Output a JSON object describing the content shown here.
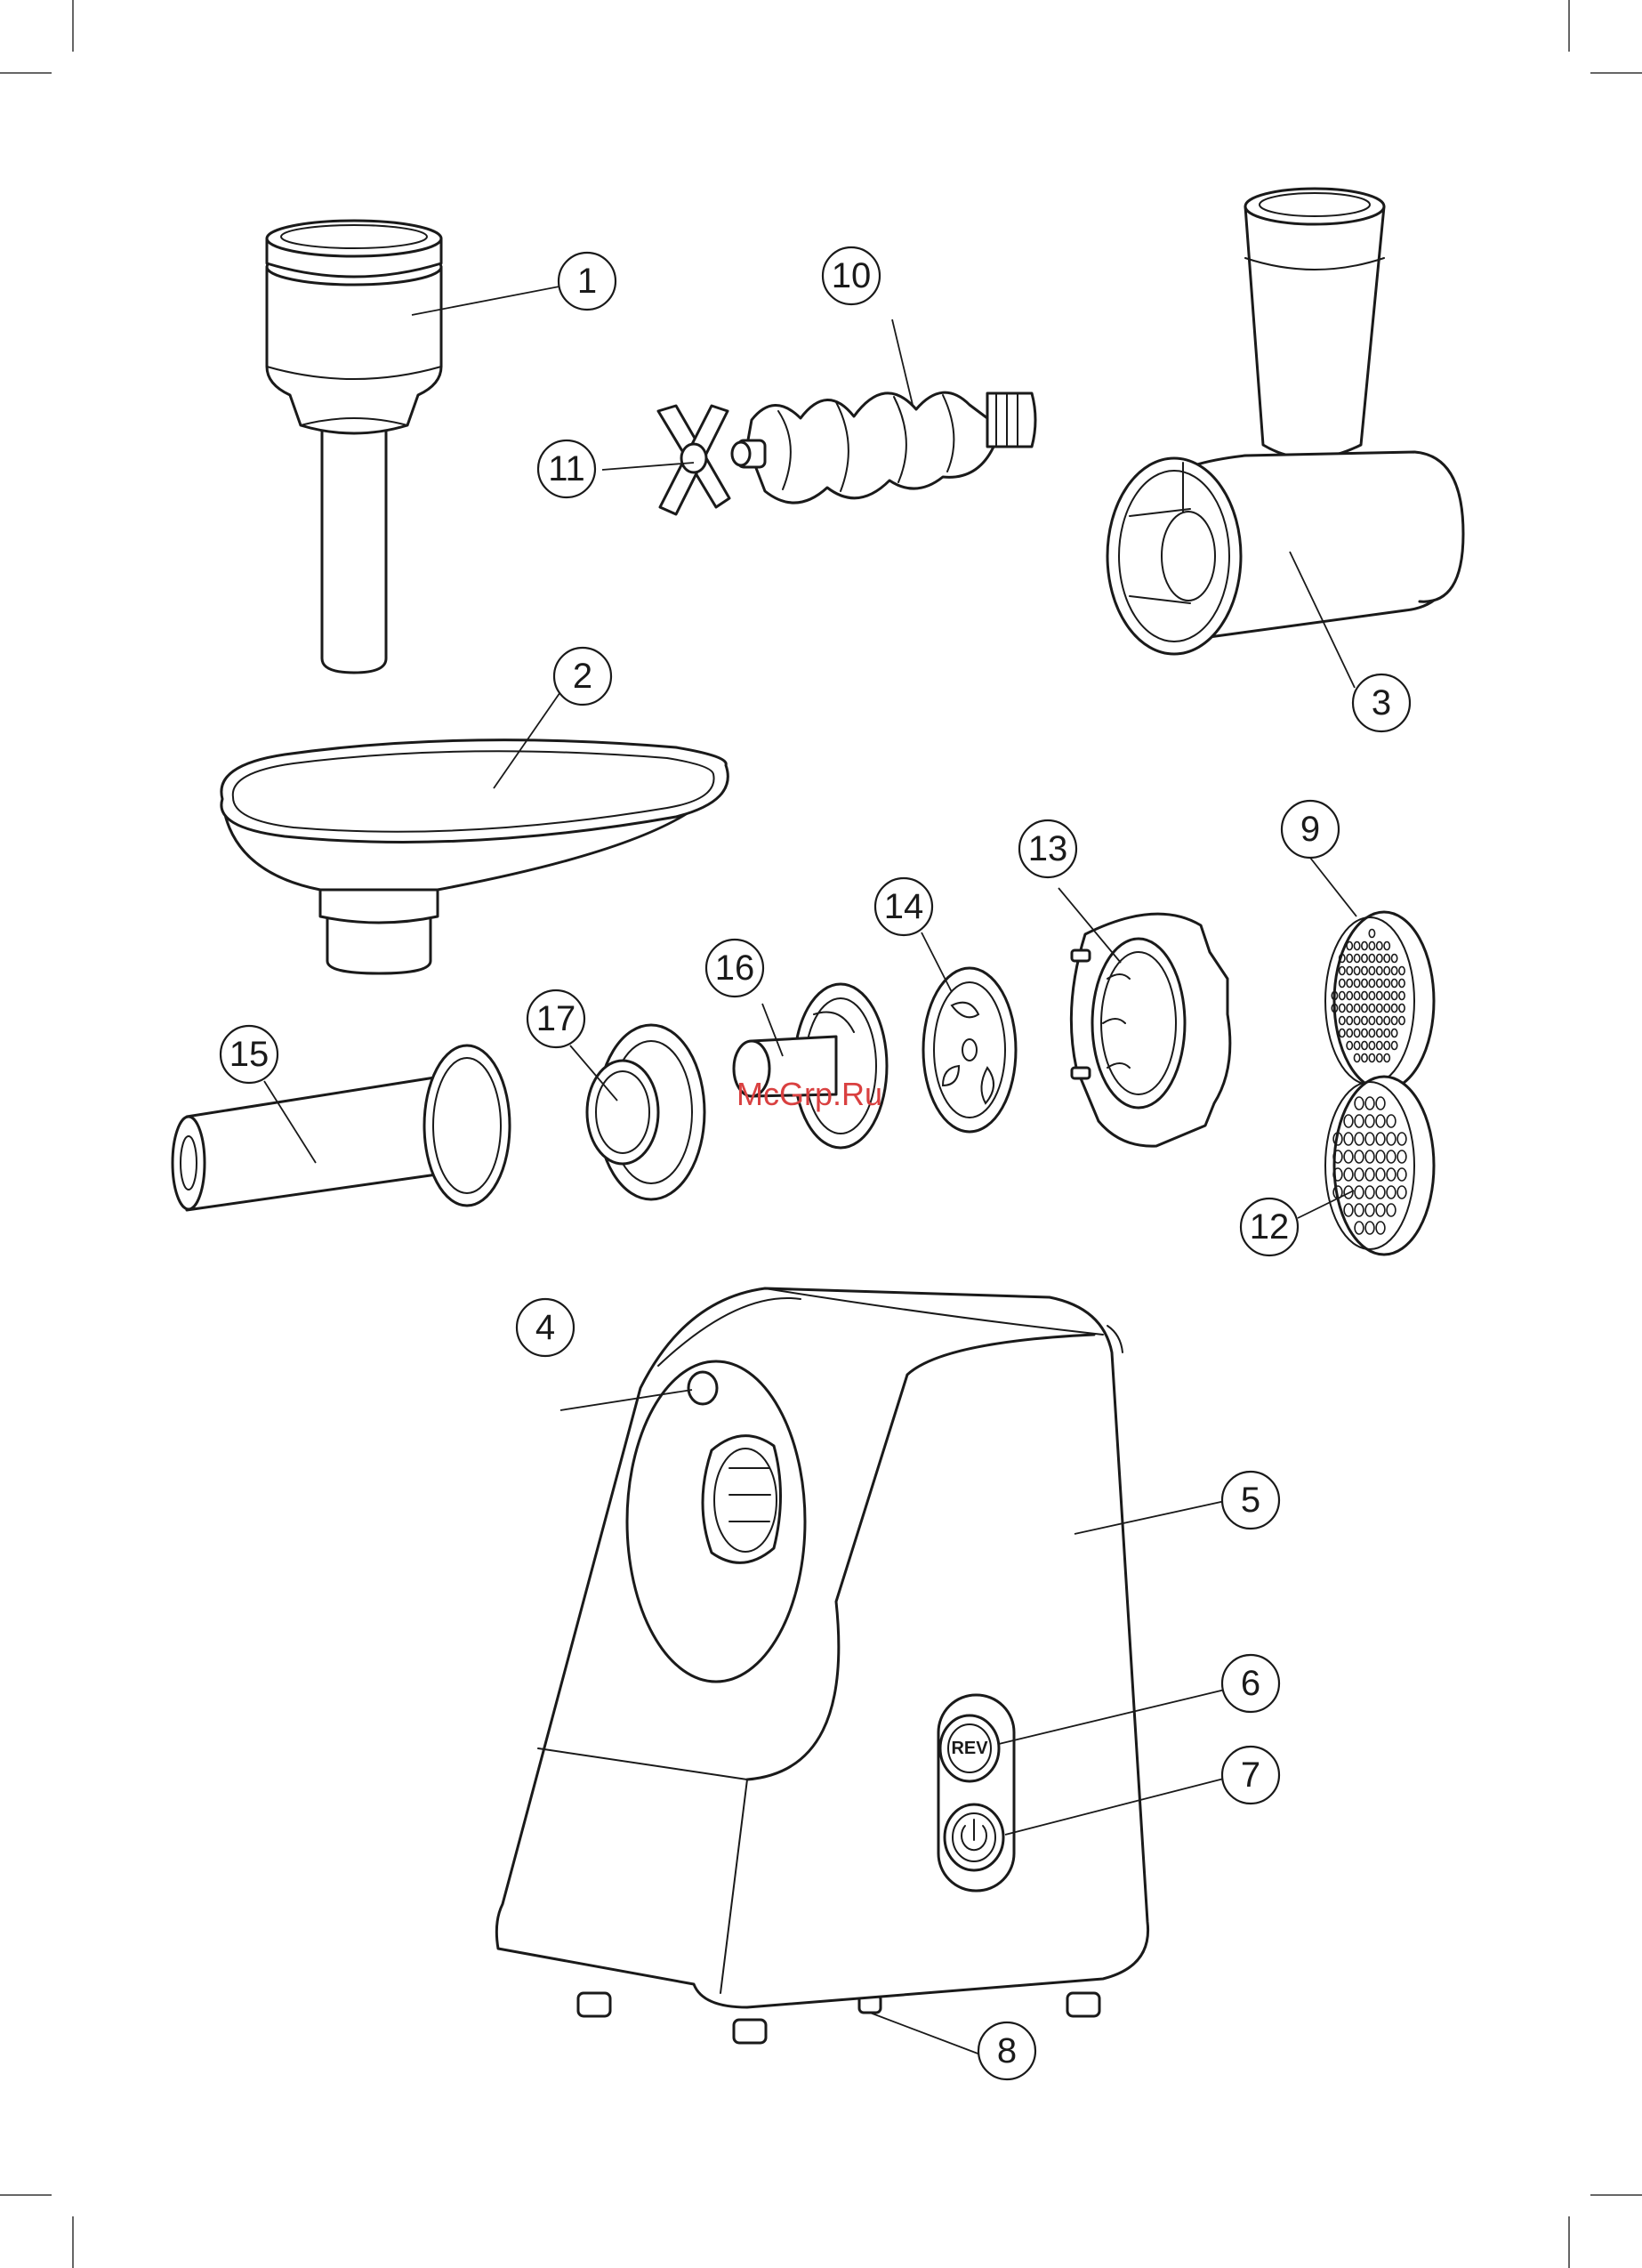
{
  "callouts": [
    {
      "id": "1"
    },
    {
      "id": "2"
    },
    {
      "id": "3"
    },
    {
      "id": "4"
    },
    {
      "id": "5"
    },
    {
      "id": "6"
    },
    {
      "id": "7"
    },
    {
      "id": "8"
    },
    {
      "id": "9"
    },
    {
      "id": "10"
    },
    {
      "id": "11"
    },
    {
      "id": "12"
    },
    {
      "id": "13"
    },
    {
      "id": "14"
    },
    {
      "id": "15"
    },
    {
      "id": "16"
    },
    {
      "id": "17"
    }
  ],
  "watermark": "McGrp.Ru",
  "buttons": {
    "reverse": "REV"
  },
  "icons": [
    "power-icon"
  ],
  "colors": {
    "line": "#1a1a1a",
    "background": "#ffffff",
    "watermark": "#d94040"
  }
}
